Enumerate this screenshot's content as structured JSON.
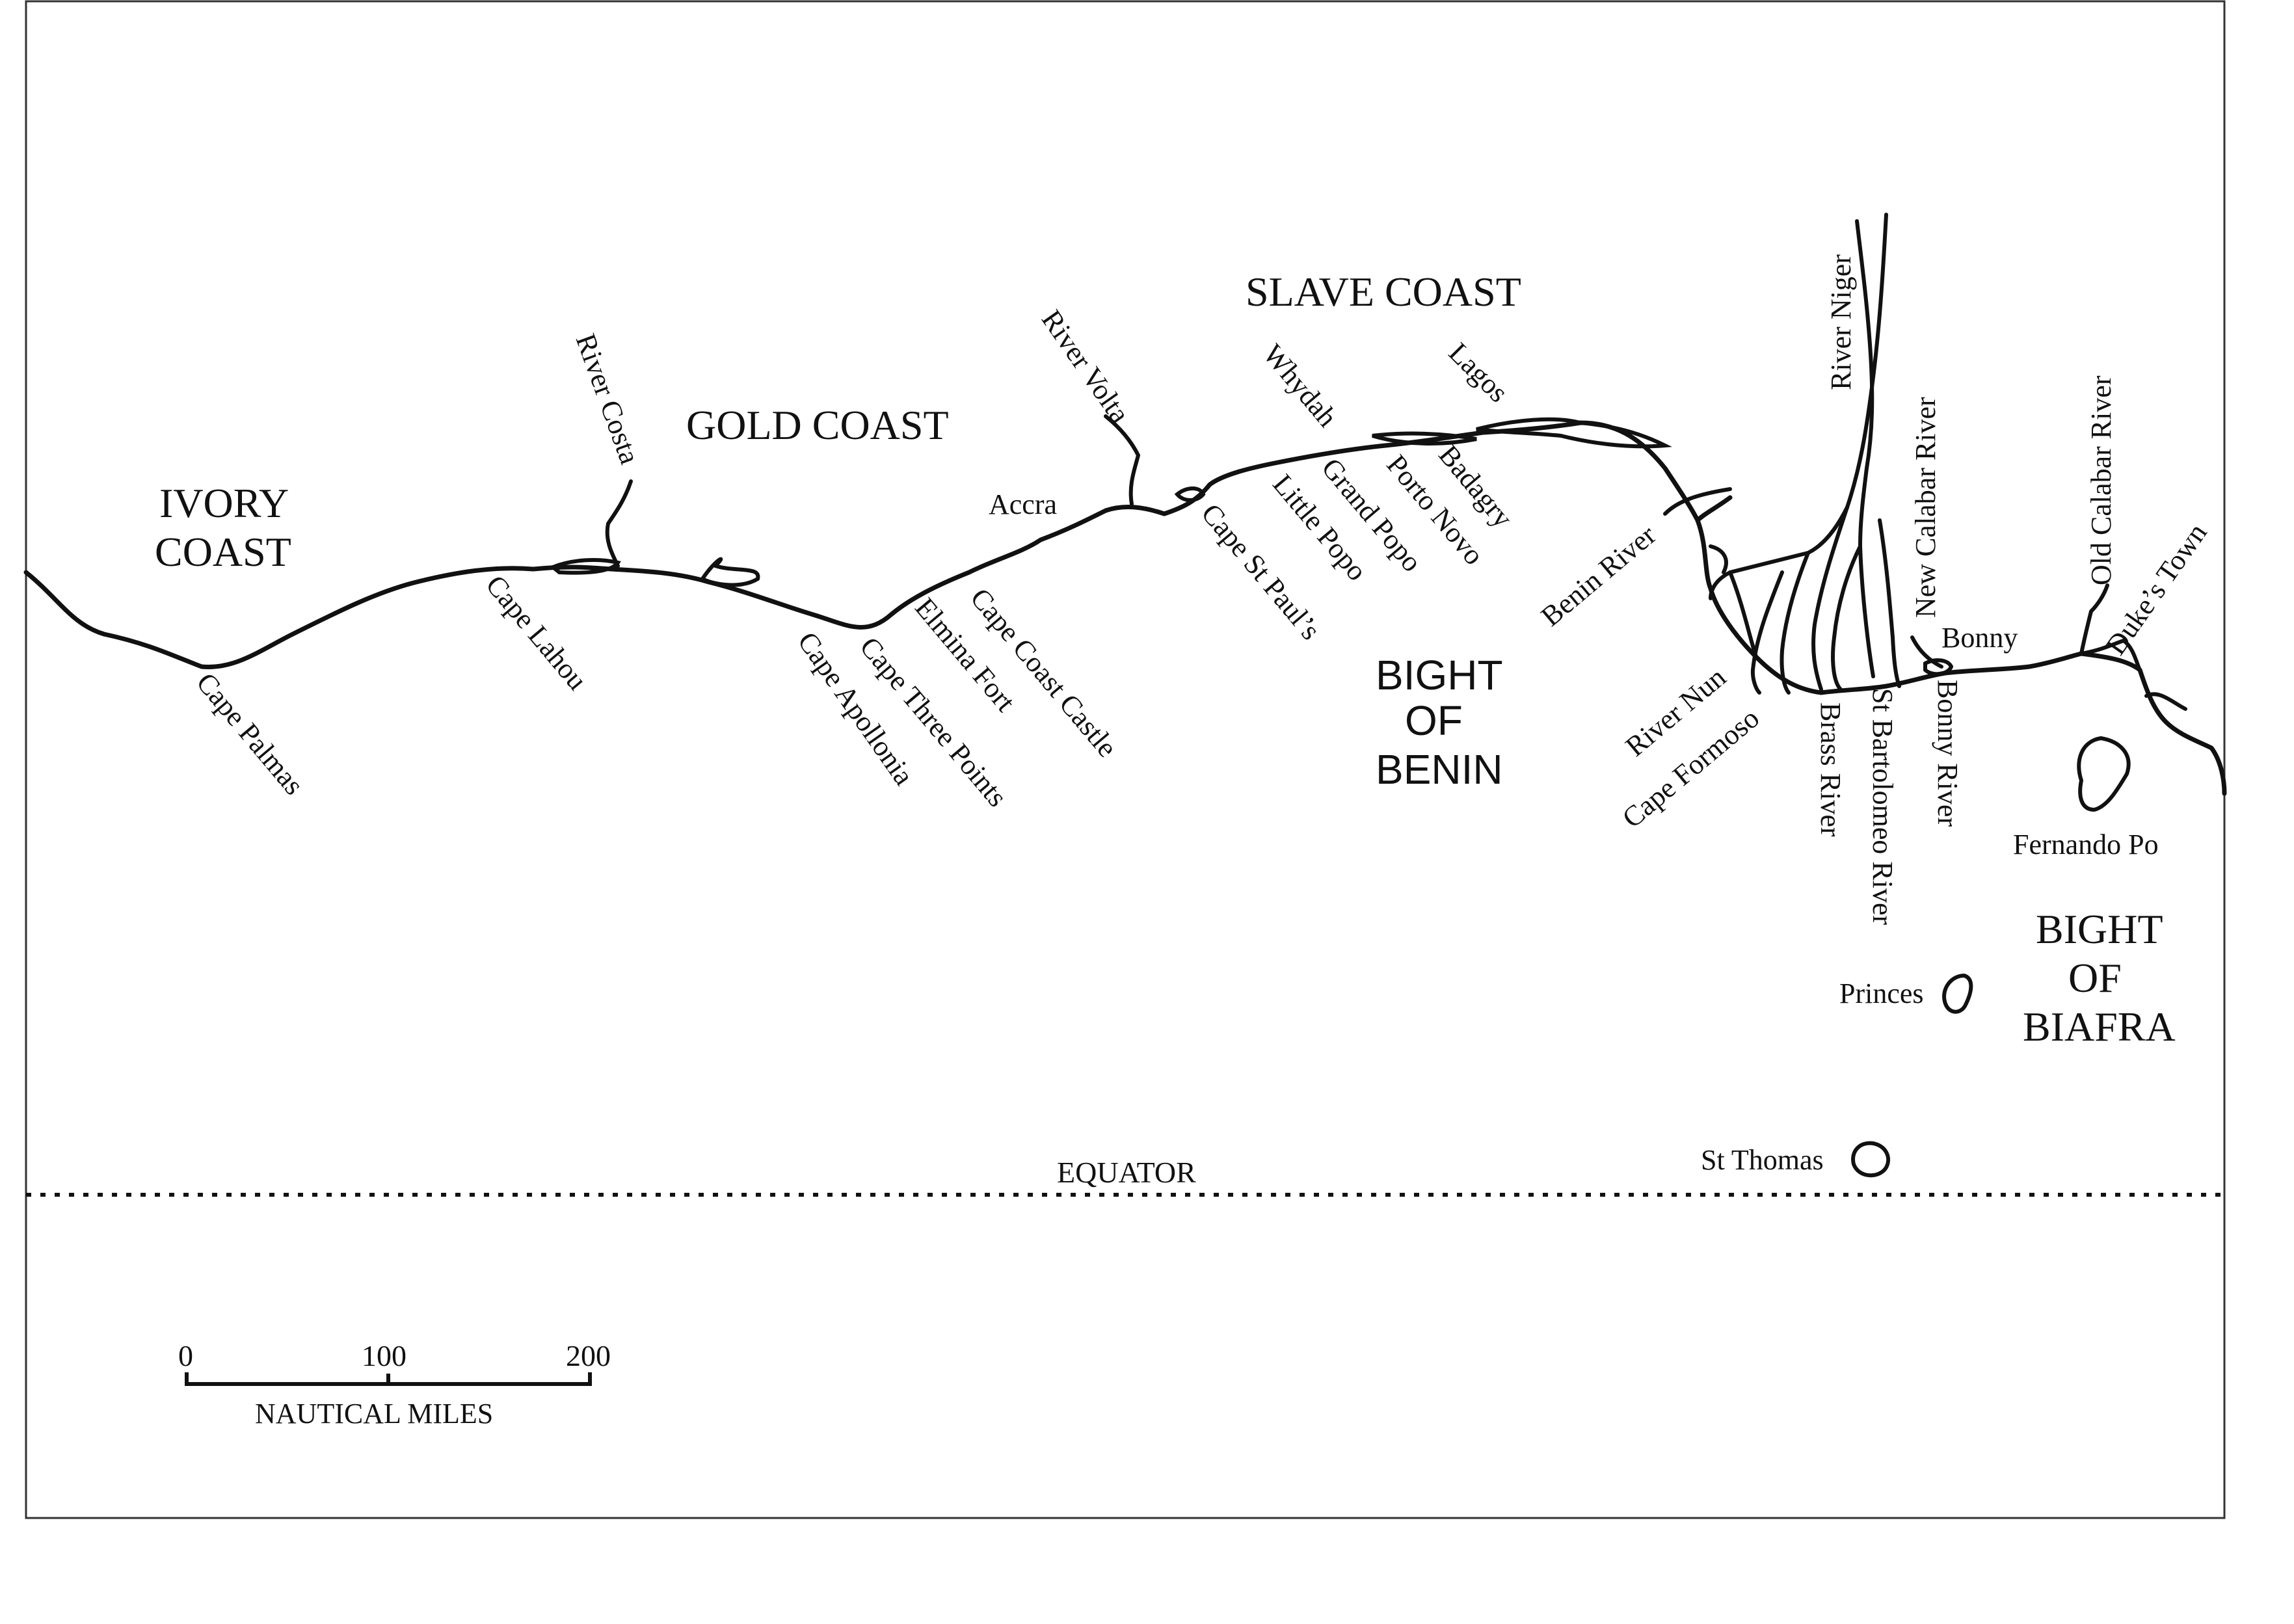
{
  "regions": {
    "ivory_coast": [
      "IVORY",
      "COAST"
    ],
    "gold_coast": "GOLD COAST",
    "slave_coast": "SLAVE COAST",
    "bight_of_benin": [
      "BIGHT",
      "OF",
      "BENIN"
    ],
    "bight_of_biafra": [
      "BIGHT",
      "OF",
      "BIAFRA"
    ]
  },
  "places": {
    "cape_palmas": "Cape Palmas",
    "cape_lahou": "Cape Lahou",
    "river_costa": "River Costa",
    "cape_apollonia": "Cape Apollonia",
    "cape_three_points": "Cape Three Points",
    "elmina_fort": "Elmina Fort",
    "cape_coast_castle": "Cape Coast Castle",
    "accra": "Accra",
    "river_volta": "River Volta",
    "cape_st_pauls": "Cape St Paul’s",
    "little_popo": "Little Popo",
    "grand_popo": "Grand Popo",
    "whydah": "Whydah",
    "porto_novo": "Porto Novo",
    "badagry": "Badagry",
    "lagos": "Lagos",
    "benin_river": "Benin River",
    "river_nun": "River Nun",
    "cape_formoso": "Cape Formoso",
    "brass_river": "Brass River",
    "st_bartolomeo_river": "St Bartolomeo River",
    "river_niger": "River Niger",
    "new_calabar_river": "New Calabar River",
    "bonny_river": "Bonny River",
    "bonny": "Bonny",
    "old_calabar_river": "Old Calabar River",
    "dukes_town": "Duke’s Town",
    "fernando_po": "Fernando Po",
    "princes": "Princes",
    "st_thomas": "St Thomas"
  },
  "equator_label": "EQUATOR",
  "scale_bar": {
    "ticks": [
      "0",
      "100",
      "200"
    ],
    "unit": "NAUTICAL MILES"
  }
}
